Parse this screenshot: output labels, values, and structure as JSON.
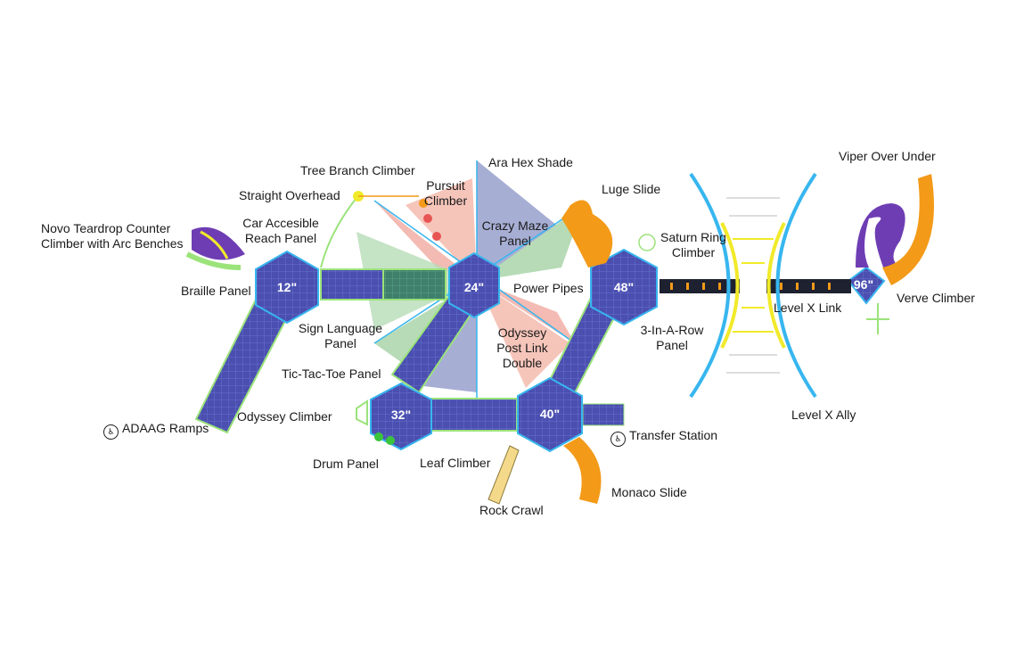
{
  "colors": {
    "deck": "#4a4fb0",
    "deck_edge": "#9be37a",
    "orange": "#f39a18",
    "purple": "#6e3db3",
    "yellow": "#f1ea2a",
    "lightblue": "#37b6ef",
    "shade_red": "#f0a59a",
    "shade_green": "#9fcf9f",
    "shade_blue": "#8a93c6",
    "black_link": "#1e2130"
  },
  "decks": {
    "d12": "12\"",
    "d24": "24\"",
    "d48": "48\"",
    "d32": "32\"",
    "d40": "40\"",
    "d96": "96\""
  },
  "labels": {
    "novo": "Novo Teardrop Counter\nClimber with Arc Benches",
    "braille": "Braille Panel",
    "car": "Car Accesible\nReach Panel",
    "straight": "Straight Overhead",
    "tree": "Tree Branch Climber",
    "pursuit": "Pursuit\nClimber",
    "ara": "Ara Hex Shade",
    "crazy": "Crazy Maze\nPanel",
    "luge": "Luge Slide",
    "saturn": "Saturn Ring\nClimber",
    "viper": "Viper Over Under",
    "verve": "Verve Climber",
    "power": "Power Pipes",
    "sign": "Sign Language\nPanel",
    "odyssey_post": "Odyssey\nPost Link\nDouble",
    "three": "3-In-A-Row\nPanel",
    "levelx_link": "Level X Link",
    "tictac": "Tic-Tac-Toe Panel",
    "odyssey_climber": "Odyssey Climber",
    "adaag": "ADAAG Ramps",
    "drum": "Drum Panel",
    "leaf": "Leaf Climber",
    "transfer": "Transfer Station",
    "levelx_ally": "Level X Ally",
    "monaco": "Monaco Slide",
    "rock": "Rock Crawl"
  },
  "icons": {
    "accessibility": "accessibility-icon"
  }
}
